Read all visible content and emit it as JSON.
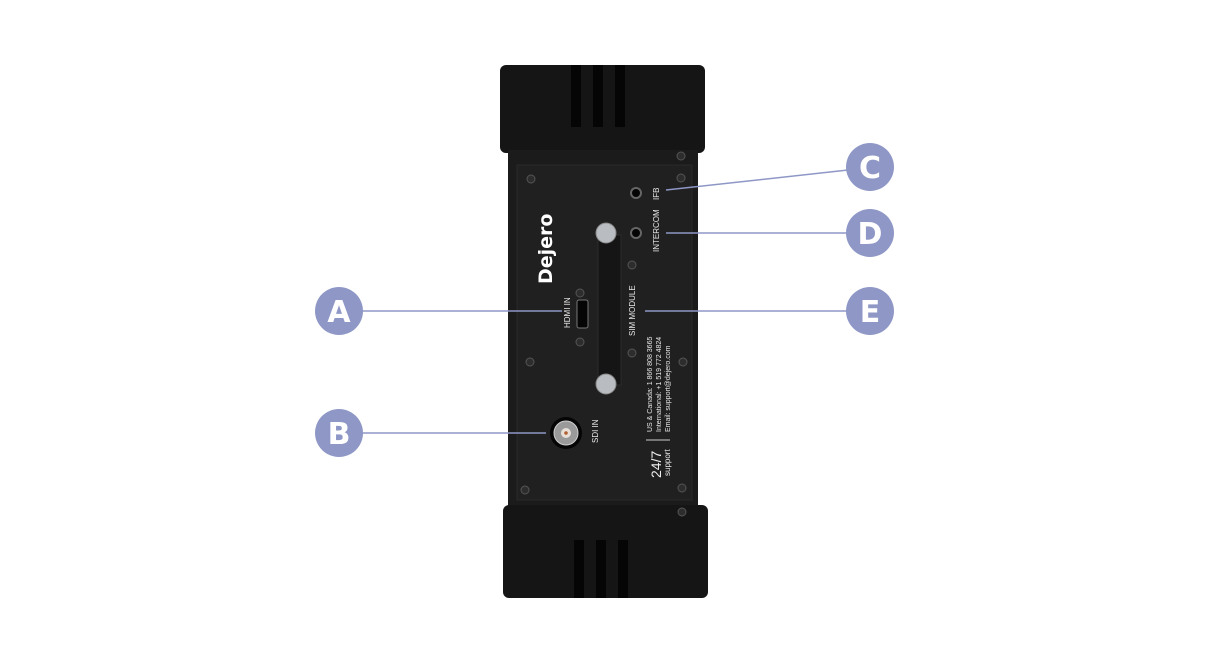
{
  "device": {
    "brand": "Dejero",
    "ports": {
      "hdmi": "HDMI IN",
      "sdi": "SDI IN",
      "ifb": "IFB",
      "intercom": "INTERCOM",
      "sim": "SIM MODULE"
    },
    "support": {
      "big": "24/7",
      "small": "support",
      "line1": "US & Canada: 1 866 808 3665",
      "line2": "International: +1 519 772 4824",
      "line3": "Email: support@dejero.com"
    }
  },
  "callouts": {
    "a": "A",
    "b": "B",
    "c": "C",
    "d": "D",
    "e": "E"
  },
  "colors": {
    "callout": "#8e97c6",
    "body": "#1b1b1b"
  }
}
